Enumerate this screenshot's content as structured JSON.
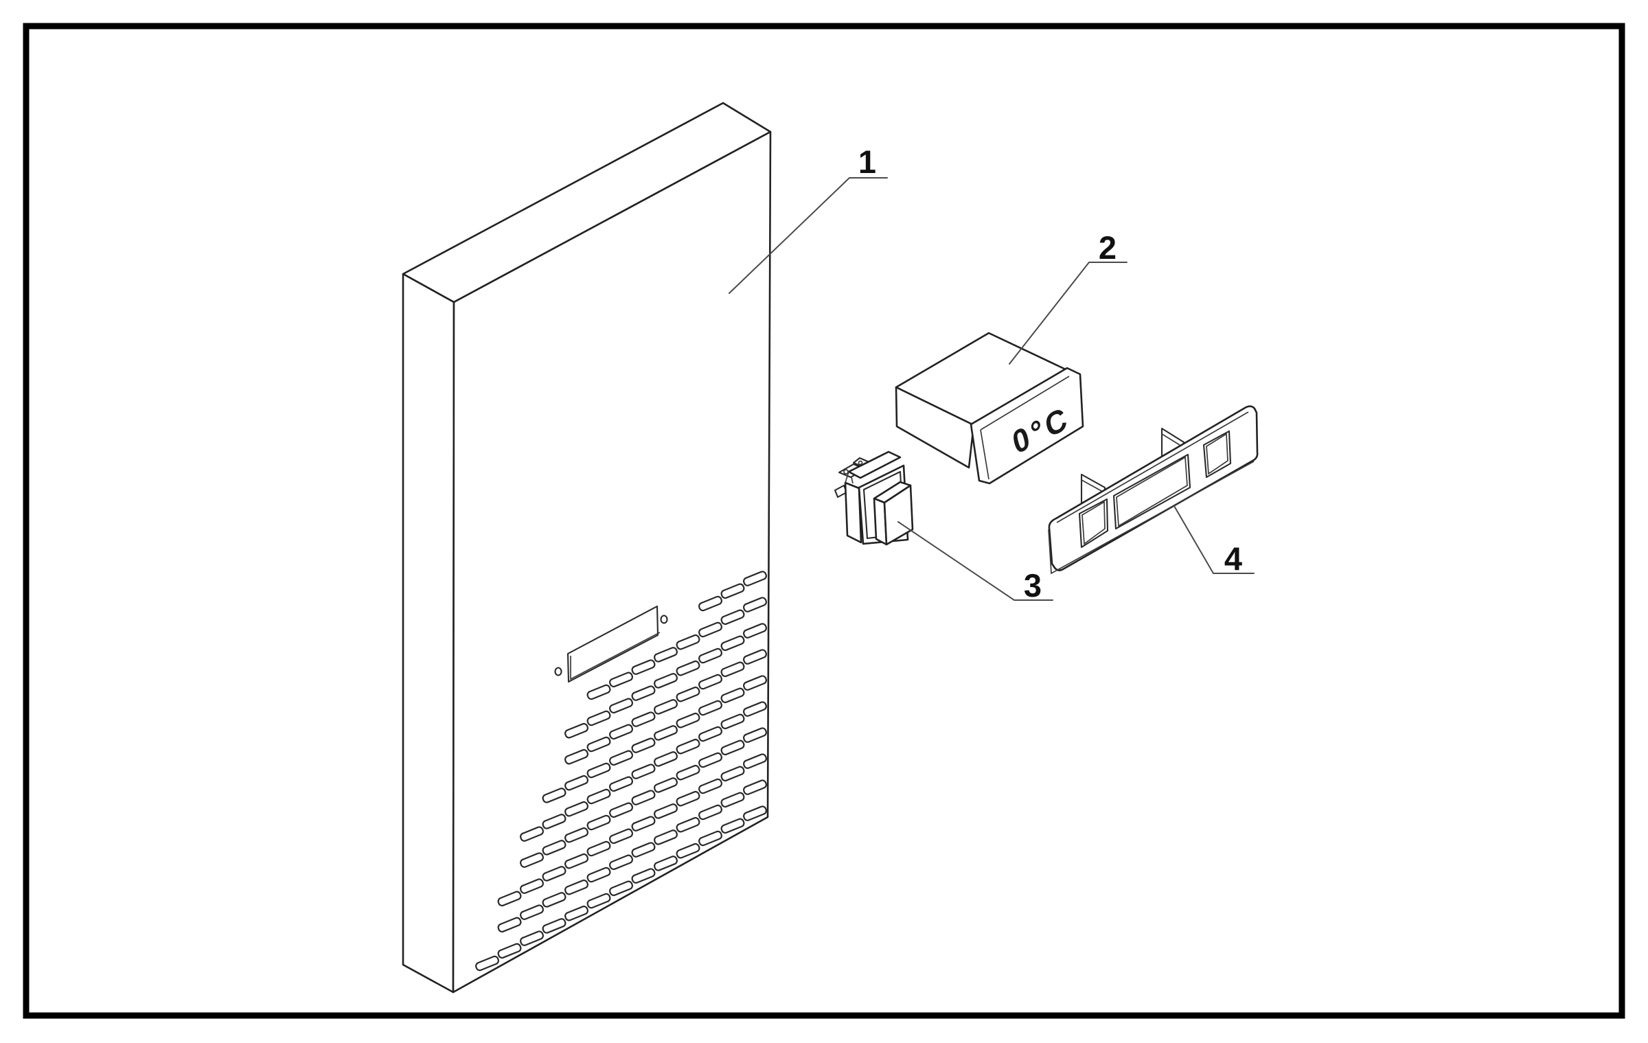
{
  "figure": {
    "background": "#ffffff",
    "border_color": "#000000",
    "line_color": "#222222",
    "leader_color": "#4a4a4a"
  },
  "callouts": [
    {
      "label": "1"
    },
    {
      "label": "2"
    },
    {
      "label": "3"
    },
    {
      "label": "4"
    }
  ],
  "display": {
    "text": "0°C"
  }
}
